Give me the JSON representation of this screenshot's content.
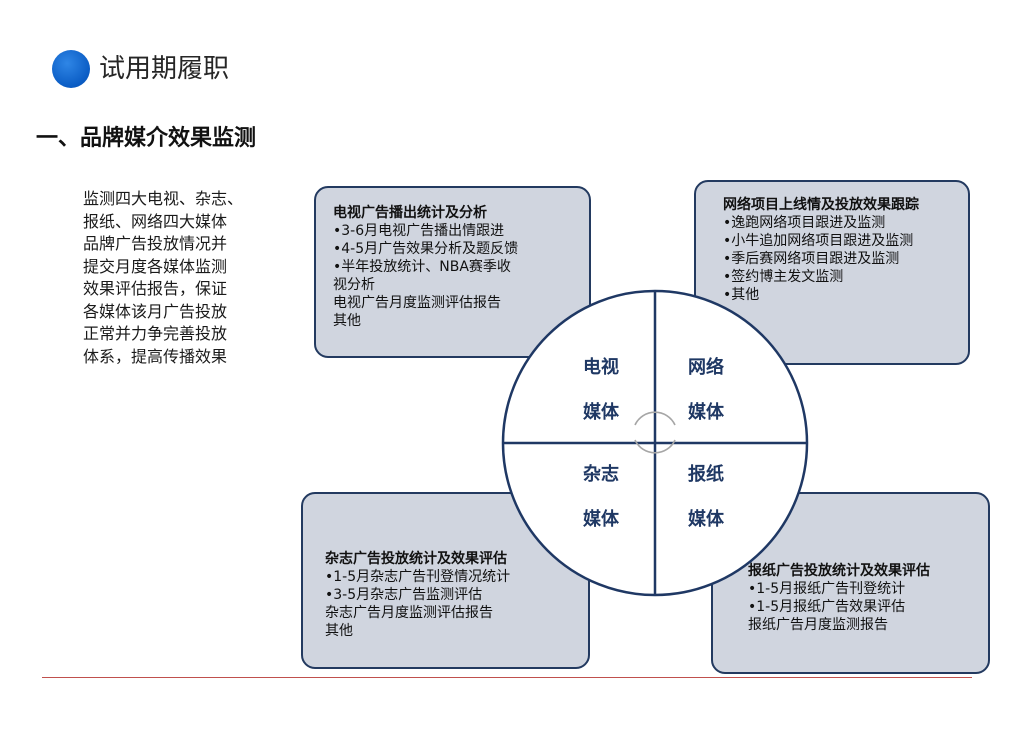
{
  "header": {
    "title": "试用期履职"
  },
  "section": {
    "title": "一、品牌媒介效果监测"
  },
  "intro": {
    "lines": [
      "监测四大电视、杂志、",
      "报纸、网络四大媒体",
      "品牌广告投放情况并",
      "提交月度各媒体监测",
      "效果评估报告，保证",
      "各媒体该月广告投放",
      "正常并力争完善投放",
      "体系，提高传播效果"
    ]
  },
  "tv_box": {
    "title": "电视广告播出统计及分析",
    "lines": [
      "•3-6月电视广告播出情跟进",
      "•4-5月广告效果分析及题反馈",
      "•半年投放统计、NBA赛季收",
      "视分析",
      "电视广告月度监测评估报告",
      "其他"
    ]
  },
  "net_box": {
    "title": "网络项目上线情及投放效果跟踪",
    "lines": [
      "•逸跑网络项目跟进及监测",
      "•小牛追加网络项目跟进及监测",
      "•季后赛网络项目跟进及监测",
      "•签约博主发文监测",
      "•其他"
    ]
  },
  "mag_box": {
    "title": "杂志广告投放统计及效果评估",
    "lines": [
      "•1-5月杂志广告刊登情况统计",
      "•3-5月杂志广告监测评估",
      "杂志广告月度监测评估报告",
      "其他"
    ]
  },
  "paper_box": {
    "title": "报纸广告投放统计及效果评估",
    "lines": [
      "•1-5月报纸广告刊登统计",
      "•1-5月报纸广告效果评估",
      "报纸广告月度监测报告"
    ]
  },
  "circle": {
    "tv": [
      "电视",
      "媒体"
    ],
    "net": [
      "网络",
      "媒体"
    ],
    "mag": [
      "杂志",
      "媒体"
    ],
    "paper": [
      "报纸",
      "媒体"
    ]
  },
  "colors": {
    "accent": "#1f3864",
    "box_fill": "#d0d5df",
    "box_border": "#233a60",
    "dot": "#0a5cc4",
    "rule": "#c0504d"
  }
}
